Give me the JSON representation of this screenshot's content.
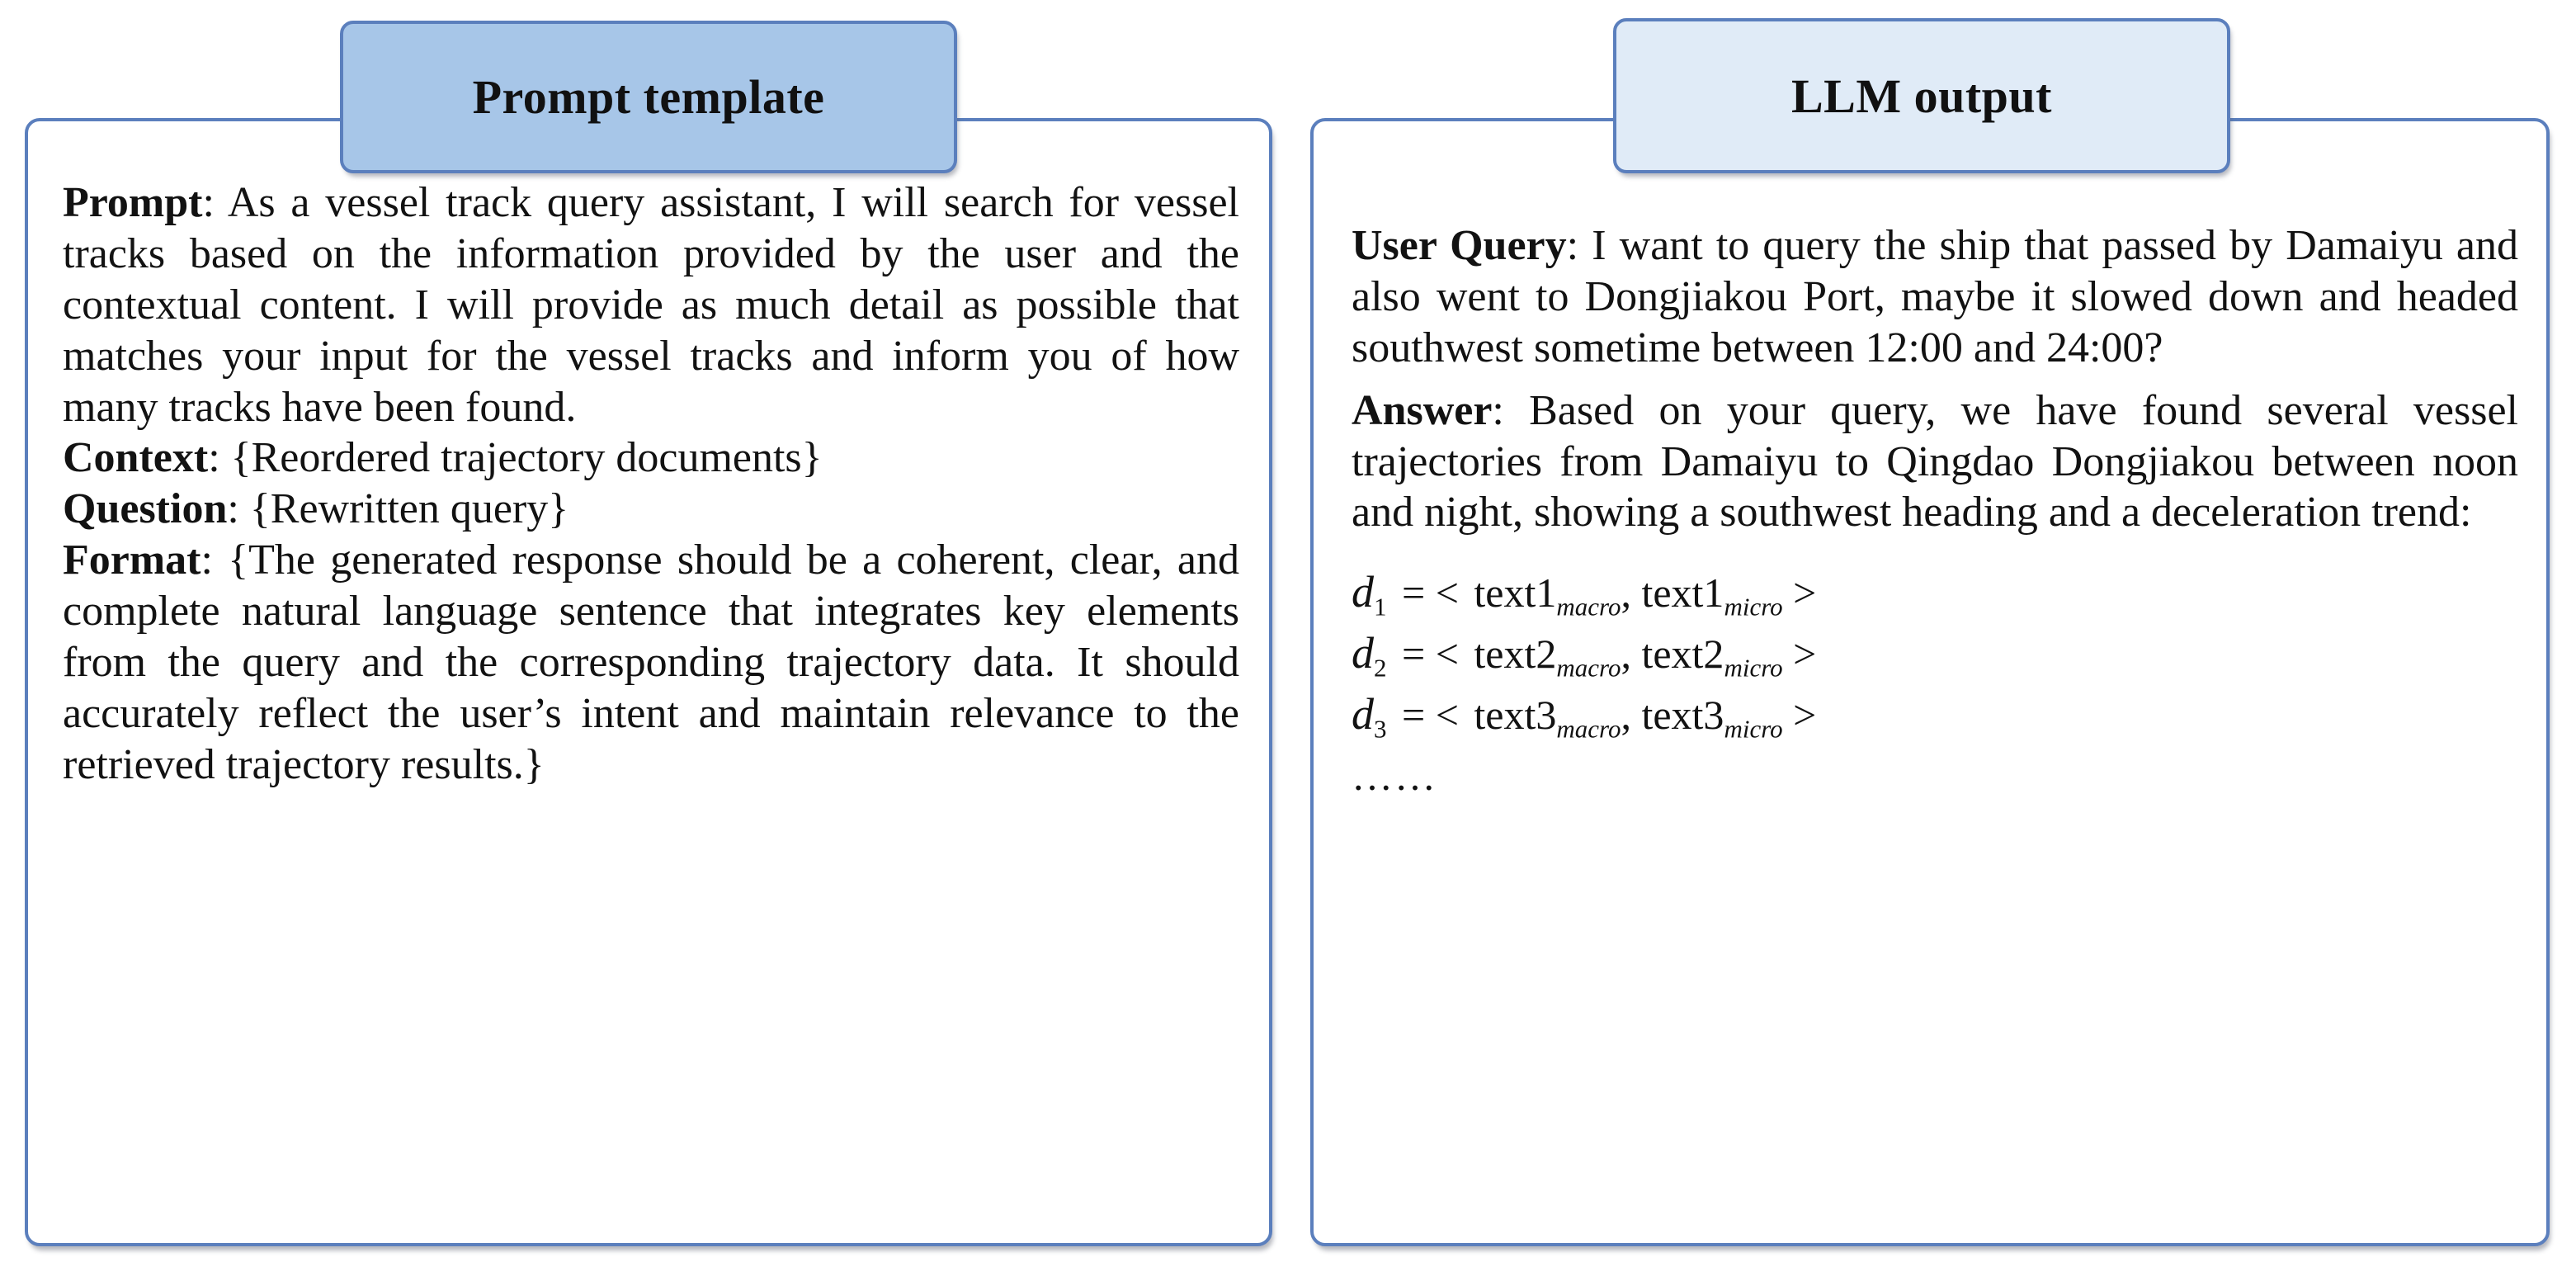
{
  "figure": {
    "panels": [
      {
        "id": "prompt-template",
        "badge": "Prompt template",
        "badge_color": "#a7c6e8",
        "border_color": "#5b7fbd",
        "blocks": [
          {
            "kind": "paragraph",
            "lead": "Prompt",
            "separator": ": ",
            "text": "As a vessel track query assistant, I will search for vessel tracks based on the information provided by the user and the contextual content. I will provide as much detail as possible that matches your input for the vessel tracks and inform you of how many tracks have been found."
          },
          {
            "kind": "keyvalue",
            "lead": "Context",
            "separator": ": ",
            "text": "{Reordered trajectory documents}"
          },
          {
            "kind": "keyvalue",
            "lead": "Question",
            "separator": ": ",
            "text": "{Rewritten query}"
          },
          {
            "kind": "paragraph",
            "lead": "Format",
            "separator": ": ",
            "text": "{The generated response should be a coherent, clear, and complete natural language sentence that integrates key elements from the query and the corresponding trajectory data. It should accurately reflect the user’s intent and maintain relevance to the retrieved trajectory results.}"
          }
        ]
      },
      {
        "id": "llm-output",
        "badge": "LLM output",
        "badge_color": "#e0ebf7",
        "border_color": "#5b7fbd",
        "blocks": [
          {
            "kind": "paragraph",
            "lead": "User Query",
            "separator": ": ",
            "text": "I want to query the ship that passed by Damaiyu and also went to Dongjiakou Port, maybe it slowed down and headed southwest sometime between 12:00 and 24:00?"
          },
          {
            "kind": "paragraph",
            "lead": "Answer",
            "separator": ": ",
            "text": "Based on your query, we have found several vessel trajectories from Damaiyu to Qingdao Dongjiakou between noon and night, showing a southwest heading and a deceleration trend:"
          }
        ],
        "formulas": [
          {
            "var": "d",
            "index": "1",
            "operator": " = < ",
            "first_term": "text1",
            "first_sub": "macro",
            "joiner": ", ",
            "second_term": "text1",
            "second_sub": "micro",
            "close": " >"
          },
          {
            "var": "d",
            "index": "2",
            "operator": " = < ",
            "first_term": "text2",
            "first_sub": "macro",
            "joiner": ", ",
            "second_term": "text2",
            "second_sub": "micro",
            "close": " >"
          },
          {
            "var": "d",
            "index": "3",
            "operator": " = < ",
            "first_term": "text3",
            "first_sub": "macro",
            "joiner": ", ",
            "second_term": "text3",
            "second_sub": "micro",
            "close": " >"
          }
        ],
        "continuation": "……"
      }
    ]
  }
}
